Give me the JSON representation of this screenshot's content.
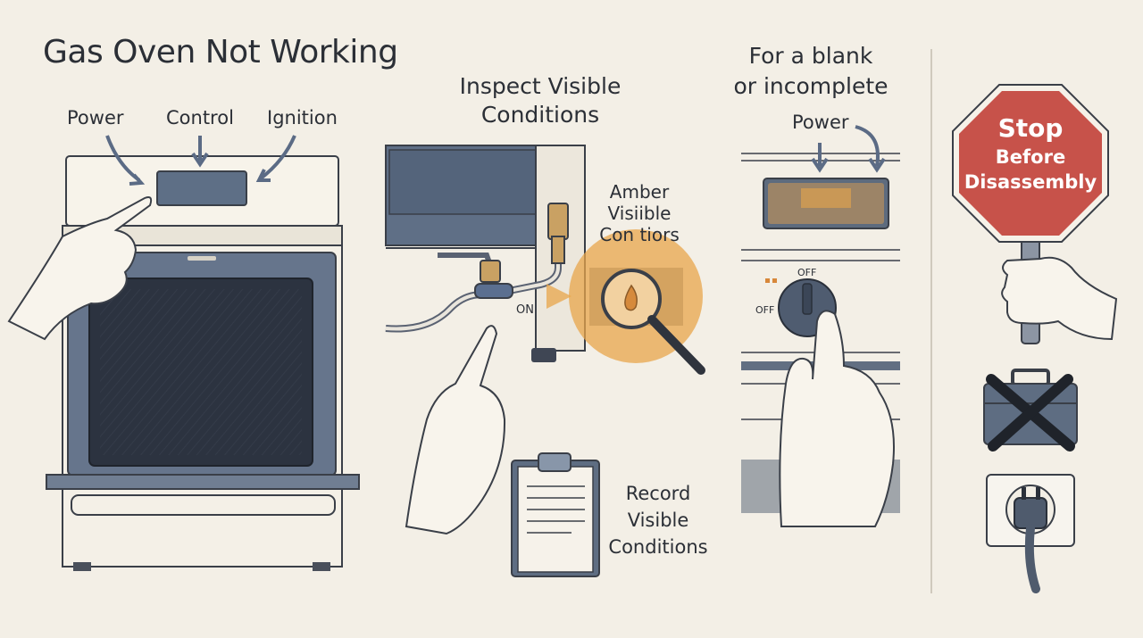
{
  "title": "Gas Oven Not Working",
  "oven_labels": {
    "power": "Power",
    "control": "Control",
    "ignition": "Ignition"
  },
  "inspect": {
    "heading_line1": "Inspect Visible",
    "heading_line2": "Conditions",
    "amber_line1": "Amber",
    "amber_line2": "Visiible",
    "amber_line3": "Con tiors",
    "valve_label": "ON",
    "record_line1": "Record",
    "record_line2": "Visible",
    "record_line3": "Conditions"
  },
  "blank": {
    "heading_line1": "For a blank",
    "heading_line2": "or incomplete",
    "power": "Power",
    "knob_off_top": "OFF",
    "knob_off_left": "OFF"
  },
  "stop": {
    "line1": "Stop",
    "line2": "Before",
    "line3": "Disassembly"
  },
  "colors": {
    "background": "#f3efe6",
    "slate": "#5c6b80",
    "amber": "#e8a54b",
    "stop_red": "#c7524a"
  },
  "icons": [
    "pointing-hand-icon",
    "magnifier-flame-icon",
    "clipboard-icon",
    "control-knob-icon",
    "stop-sign-icon",
    "toolbox-crossed-icon",
    "power-plug-outlet-icon"
  ]
}
